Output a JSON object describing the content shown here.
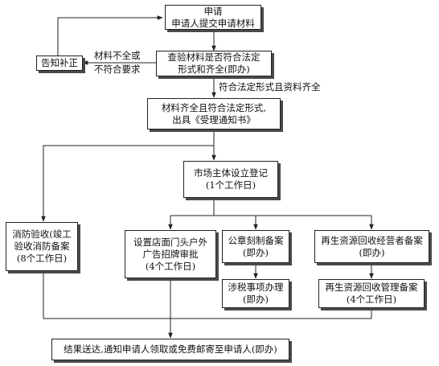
{
  "nodes": {
    "apply": {
      "lines": [
        "申请",
        "申请人提交申请材料"
      ]
    },
    "notify_correct": {
      "lines": [
        "告知补正"
      ]
    },
    "check": {
      "lines": [
        "查验材料是否符合法定",
        "形式和齐全(即办)"
      ]
    },
    "issue_notice": {
      "lines": [
        "材料齐全且符合法定形式,",
        "出具《受理通知书》"
      ]
    },
    "market_registration": {
      "lines": [
        "市场主体设立登记",
        "(1个工作日)"
      ]
    },
    "fire_acceptance": {
      "lines": [
        "消防验收(竣工",
        "验收消防备案",
        "(8个工作日)"
      ]
    },
    "outdoor_sign": {
      "lines": [
        "设置店面门头户外",
        "广告招牌审批",
        "(4个工作日)"
      ]
    },
    "seal_record": {
      "lines": [
        "公章刻制备案",
        "(即办)"
      ]
    },
    "tax_matters": {
      "lines": [
        "涉税事项办理",
        "(即办)"
      ]
    },
    "recycle_operator": {
      "lines": [
        "再生资源回收经营者备案",
        "(即办)"
      ]
    },
    "recycle_management": {
      "lines": [
        "再生资源回收管理备案",
        "(4个工作日)"
      ]
    },
    "result_delivery": {
      "lines": [
        "结果送达,通知申请人领取或免费邮寄至申请人(即办)"
      ]
    }
  },
  "edge_labels": {
    "incomplete": [
      "材料不全或",
      "不符合要求"
    ],
    "complete": "符合法定形式且资料齐全"
  }
}
